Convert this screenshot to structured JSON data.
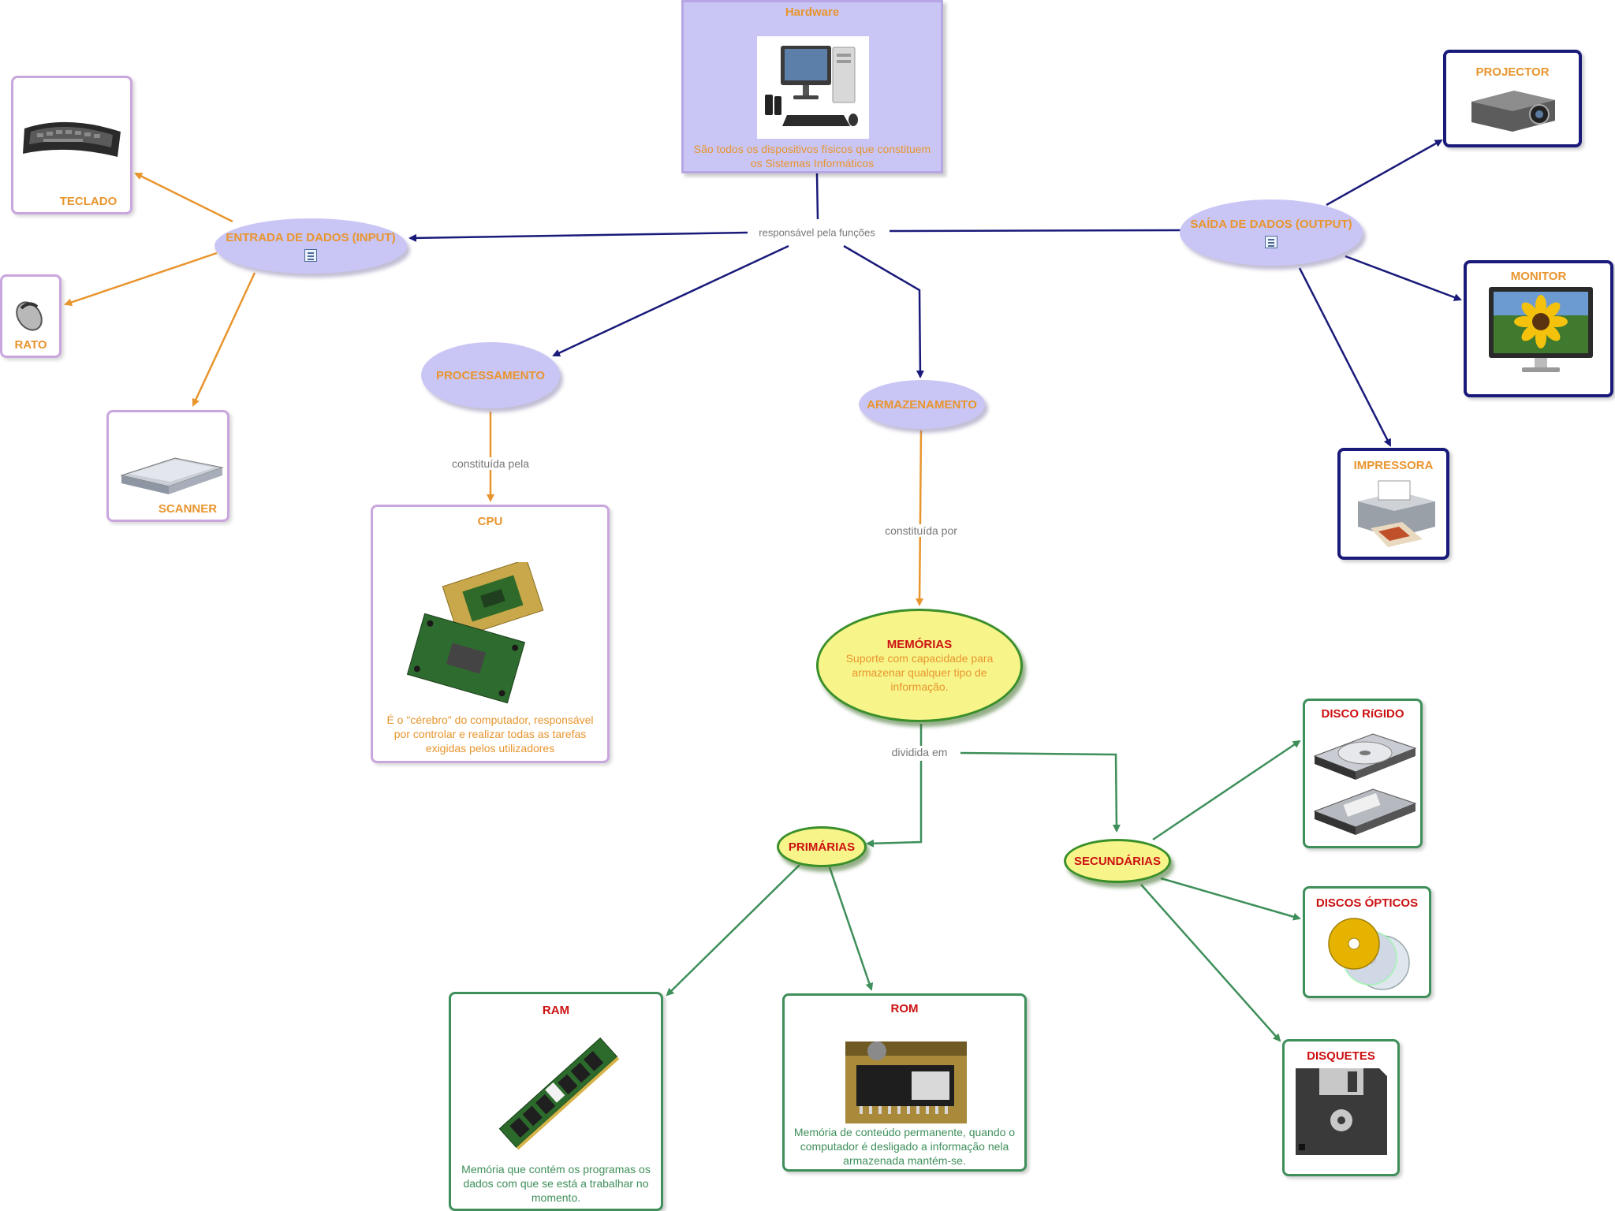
{
  "hardware": {
    "title": "Hardware",
    "desc": "São todos os dispositivos físicos que constituem os Sistemas Informáticos"
  },
  "links": {
    "responsavel": "responsável pela funções",
    "constituida_pela": "constituída pela",
    "constituida_por": "constituída por",
    "dividida_em": "dividida em"
  },
  "entrada": {
    "label": "ENTRADA DE DADOS (INPUT)"
  },
  "saida": {
    "label": "SAÍDA DE DADOS (OUTPUT)"
  },
  "processamento": {
    "label": "PROCESSAMENTO"
  },
  "armazenamento": {
    "label": "ARMAZENAMENTO"
  },
  "input_devices": {
    "teclado": "TECLADO",
    "rato": "RATO",
    "scanner": "SCANNER"
  },
  "output_devices": {
    "projector": "PROJECTOR",
    "monitor": "MONITOR",
    "impressora": "IMPRESSORA"
  },
  "cpu": {
    "title": "CPU",
    "desc": "É o \"cérebro\" do computador, responsável por controlar e realizar todas as tarefas exigidas pelos utilizadores"
  },
  "memorias": {
    "title": "MEMÓRIAS",
    "desc": "Suporte com capacidade para armazenar qualquer tipo de informação."
  },
  "primarias": {
    "label": "PRIMÁRIAS"
  },
  "secundarias": {
    "label": "SECUNDÁRIAS"
  },
  "ram": {
    "title": "RAM",
    "desc": "Memória que contém os programas os dados com que se está a trabalhar no momento."
  },
  "rom": {
    "title": "ROM",
    "desc": "Memória de conteúdo permanente, quando o computador é desligado a informação nela armazenada mantém-se."
  },
  "secondary_items": {
    "disco_rigido": "DISCO RíGIDO",
    "discos_opticos": "DISCOS ÓPTICOS",
    "disquetes": "DISQUETES"
  },
  "colors": {
    "navy": "#1a1a7a",
    "orange": "#e8952e",
    "green": "#3e8f5a",
    "lavender": "#c9c6f5",
    "yellow": "#f7f58a",
    "red": "#cc1111"
  }
}
